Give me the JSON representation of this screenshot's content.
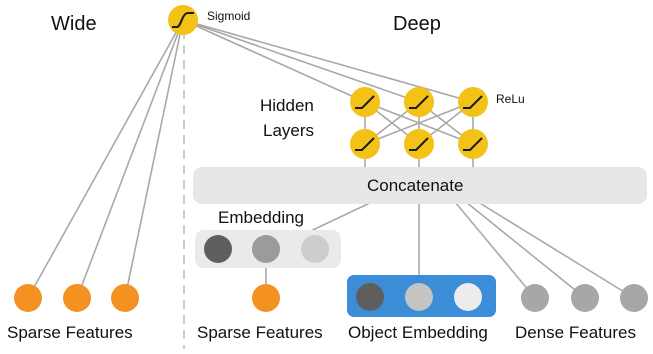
{
  "labels": {
    "wide": "Wide",
    "deep": "Deep",
    "sigmoid": "Sigmoid",
    "relu": "ReLu",
    "hidden_line1": "Hidden",
    "hidden_line2": "Layers",
    "concatenate": "Concatenate",
    "embedding": "Embedding",
    "sparse_features_wide": "Sparse Features",
    "sparse_features_deep": "Sparse Features",
    "object_embedding": "Object Embedding",
    "dense_features": "Dense Features"
  },
  "colors": {
    "activation_node": "#f2c316",
    "sparse_node": "#f39221",
    "dense_node": "#a7a7a7",
    "embedding_box": "#eaeaea",
    "embed_dark": "#5f5f5f",
    "embed_mid": "#9b9b9b",
    "embed_light": "#cdcdcd",
    "object_box": "#3b8dd8",
    "object_dark": "#5e5e5e",
    "object_mid": "#c4c4c4",
    "object_light": "#ececec",
    "concat_box": "#e7e7e7",
    "edge": "#a9a9a9",
    "divider": "#bbbbbb"
  },
  "icons": {
    "sigmoid": "sigmoid-curve-icon",
    "relu": "relu-curve-icon"
  }
}
